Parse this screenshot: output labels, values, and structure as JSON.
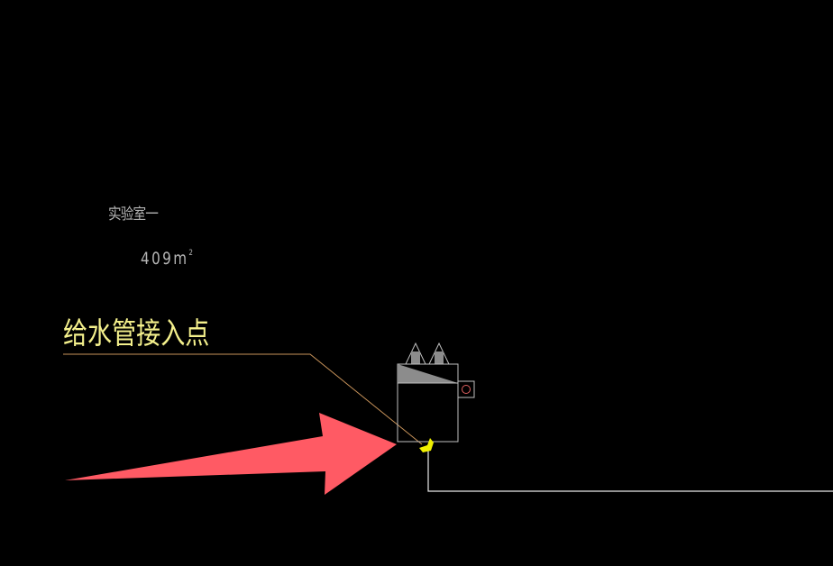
{
  "drawing": {
    "background_color": "#000000",
    "room": {
      "name": "实验室一",
      "area_value": "409",
      "area_unit": "m",
      "area_unit_sup": "2",
      "text_color": "#b4b4b4"
    },
    "annotation": {
      "text": "给水管接入点",
      "text_color": "#f4f08c",
      "leader_color": "#c8935a"
    },
    "equipment": {
      "outline_color": "#c0c0c0",
      "fill_color": "#8c8c8c",
      "circle_color": "#e06060",
      "connection_point_color": "#f0f000"
    },
    "pipe": {
      "color": "#e8e8e8"
    },
    "arrow": {
      "color": "#ff5a64"
    }
  }
}
